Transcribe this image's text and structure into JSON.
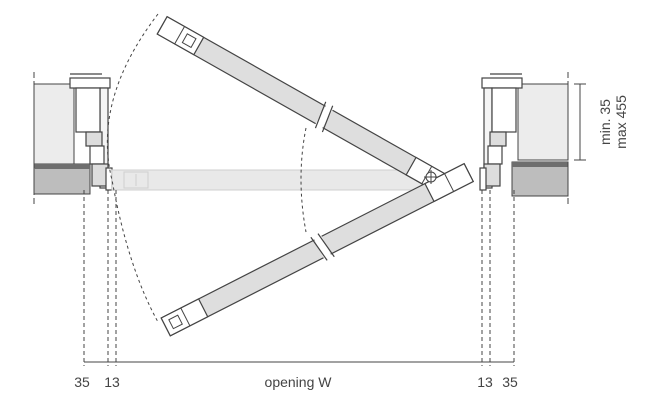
{
  "dimensions": {
    "left_outer": "35",
    "left_inner": "13",
    "opening": "opening W",
    "right_inner": "13",
    "right_outer": "35",
    "depth_min": "min. 35",
    "depth_max": "max 455"
  },
  "colors": {
    "line": "#444444",
    "panel_fill": "#dedede",
    "panel_ghost": "#e9e9e9",
    "wall_fill": "#bdbdbd",
    "wall_dark": "#6e6e6e",
    "insulation": "#ececec"
  },
  "icons": {
    "pivot": "pivot-crosshair-icon"
  }
}
